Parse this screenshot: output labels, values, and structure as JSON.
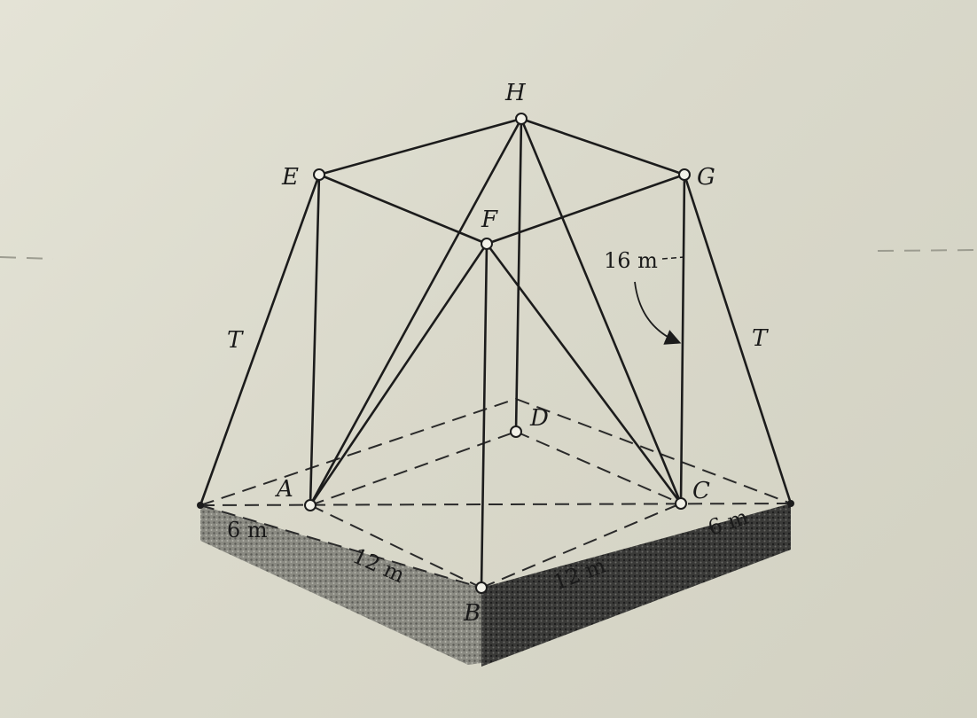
{
  "diagram": {
    "joint_labels": {
      "H": "H",
      "E": "E",
      "G": "G",
      "F": "F",
      "D": "D",
      "A": "A",
      "C": "C",
      "B": "B"
    },
    "tension_labels": [
      "T",
      "T"
    ],
    "dimensions": {
      "height": "16 m",
      "left_overhang": "6 m",
      "right_overhang": "6 m",
      "side_ab": "12 m",
      "side_bc": "12 m"
    }
  }
}
